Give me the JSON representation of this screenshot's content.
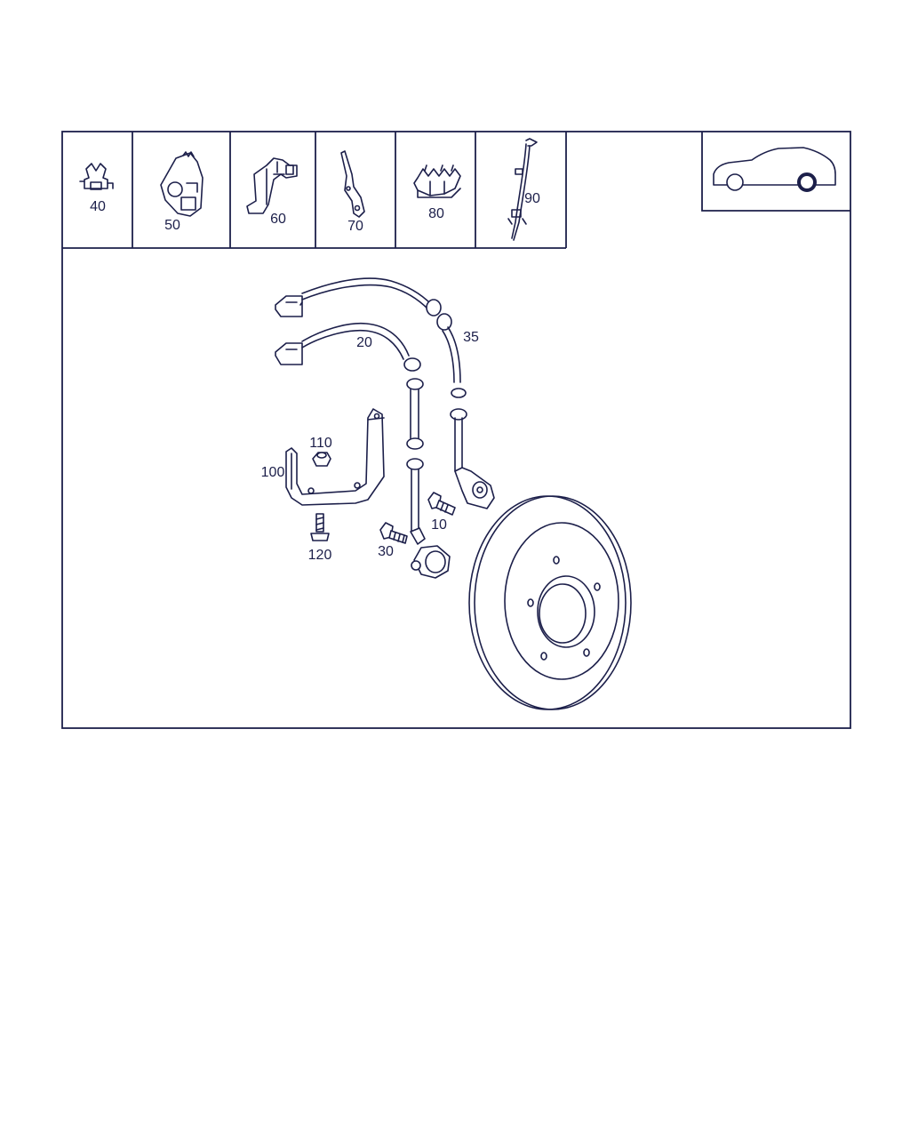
{
  "colors": {
    "ink": "#1c1f4a",
    "background": "#ffffff"
  },
  "thumbnails": [
    {
      "label": "40",
      "icon": "hose-clip-icon"
    },
    {
      "label": "50",
      "icon": "sensor-bracket-icon"
    },
    {
      "label": "60",
      "icon": "cable-holder-icon"
    },
    {
      "label": "70",
      "icon": "mounting-bracket-icon"
    },
    {
      "label": "80",
      "icon": "double-clip-icon"
    },
    {
      "label": "90",
      "icon": "cable-harness-icon"
    }
  ],
  "locator": {
    "icon": "car-front-wheel-locator-icon"
  },
  "callouts": {
    "c20": "20",
    "c35": "35",
    "c110": "110",
    "c100": "100",
    "c10": "10",
    "c30": "30",
    "c120": "120"
  },
  "parts": {
    "sensor_cable_20": "speed-sensor-cable-icon",
    "sensor_cable_35": "speed-sensor-cable-icon",
    "bracket_100": "sensor-bracket-icon",
    "nut_110": "hex-nut-icon",
    "bolt_120": "bolt-icon",
    "bolt_30": "bolt-icon",
    "bolt_10": "bolt-icon",
    "brake_disc": "brake-disc-icon"
  }
}
